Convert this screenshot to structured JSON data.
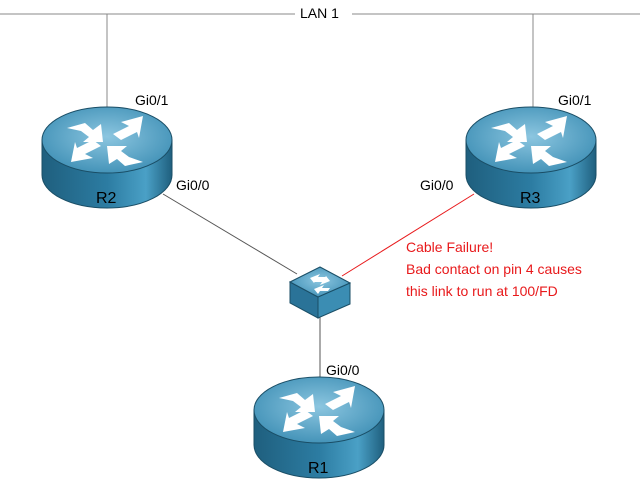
{
  "lan": {
    "label": "LAN 1"
  },
  "routers": [
    {
      "name": "R2",
      "ports": [
        "Gi0/1",
        "Gi0/0"
      ]
    },
    {
      "name": "R3",
      "ports": [
        "Gi0/1",
        "Gi0/0"
      ]
    },
    {
      "name": "R1",
      "ports": [
        "Gi0/0"
      ]
    }
  ],
  "annotation": {
    "lines": [
      "Cable Failure!",
      "Bad contact on pin 4 causes",
      "this link to run at 100/FD"
    ],
    "color": "#e8191b"
  },
  "colors": {
    "device": "#2f7fa3",
    "device_top": "#6fb3d2"
  }
}
